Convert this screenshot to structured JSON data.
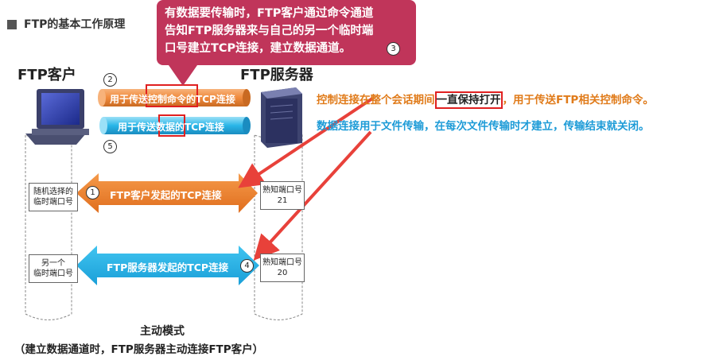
{
  "title": "FTP的基本工作原理",
  "client_label": "FTP客户",
  "server_label": "FTP服务器",
  "callout": {
    "line1": "有数据要传输时，FTP客户通过命令通道",
    "line2": "告知FTP服务器来与自己的另一个临时端",
    "line3": "口号建立TCP连接，建立数据通道。",
    "step": "3"
  },
  "channels": {
    "control_left": "用于传送",
    "control_mid": "控制命令",
    "control_right": "的TCP连接",
    "data_left": "用于传送",
    "data_mid": "数据",
    "data_right": "的TCP连接",
    "step_control": "2",
    "step_data": "5"
  },
  "notes": {
    "control_a": "控制连接在整个会话期间",
    "control_b": "一直保持打开",
    "control_c": "，用于传送FTP相关控制命令。",
    "data": "数据连接用于文件传输，在每次文件传输时才建立，传输结束就关闭。"
  },
  "connections": {
    "top_label": "FTP客户发起的TCP连接",
    "top_step": "1",
    "bottom_label": "FTP服务器发起的TCP连接",
    "bottom_step": "4"
  },
  "ports": {
    "client_top_l1": "随机选择的",
    "client_top_l2": "临时端口号",
    "client_bottom_l1": "另一个",
    "client_bottom_l2": "临时端口号",
    "server_top_l1": "熟知端口号",
    "server_top_l2": "21",
    "server_bottom_l1": "熟知端口号",
    "server_bottom_l2": "20"
  },
  "caption": {
    "line1": "主动模式",
    "line2": "（建立数据通道时，FTP服务器主动连接FTP客户）"
  },
  "colors": {
    "callout": "#c0355a",
    "control_channel": "#f08a3c",
    "data_channel": "#29b6e8",
    "highlight_box": "#e02020",
    "orange_text": "#e07b1a",
    "blue_text": "#1d9bd7",
    "arrow_red": "#e8413a"
  }
}
